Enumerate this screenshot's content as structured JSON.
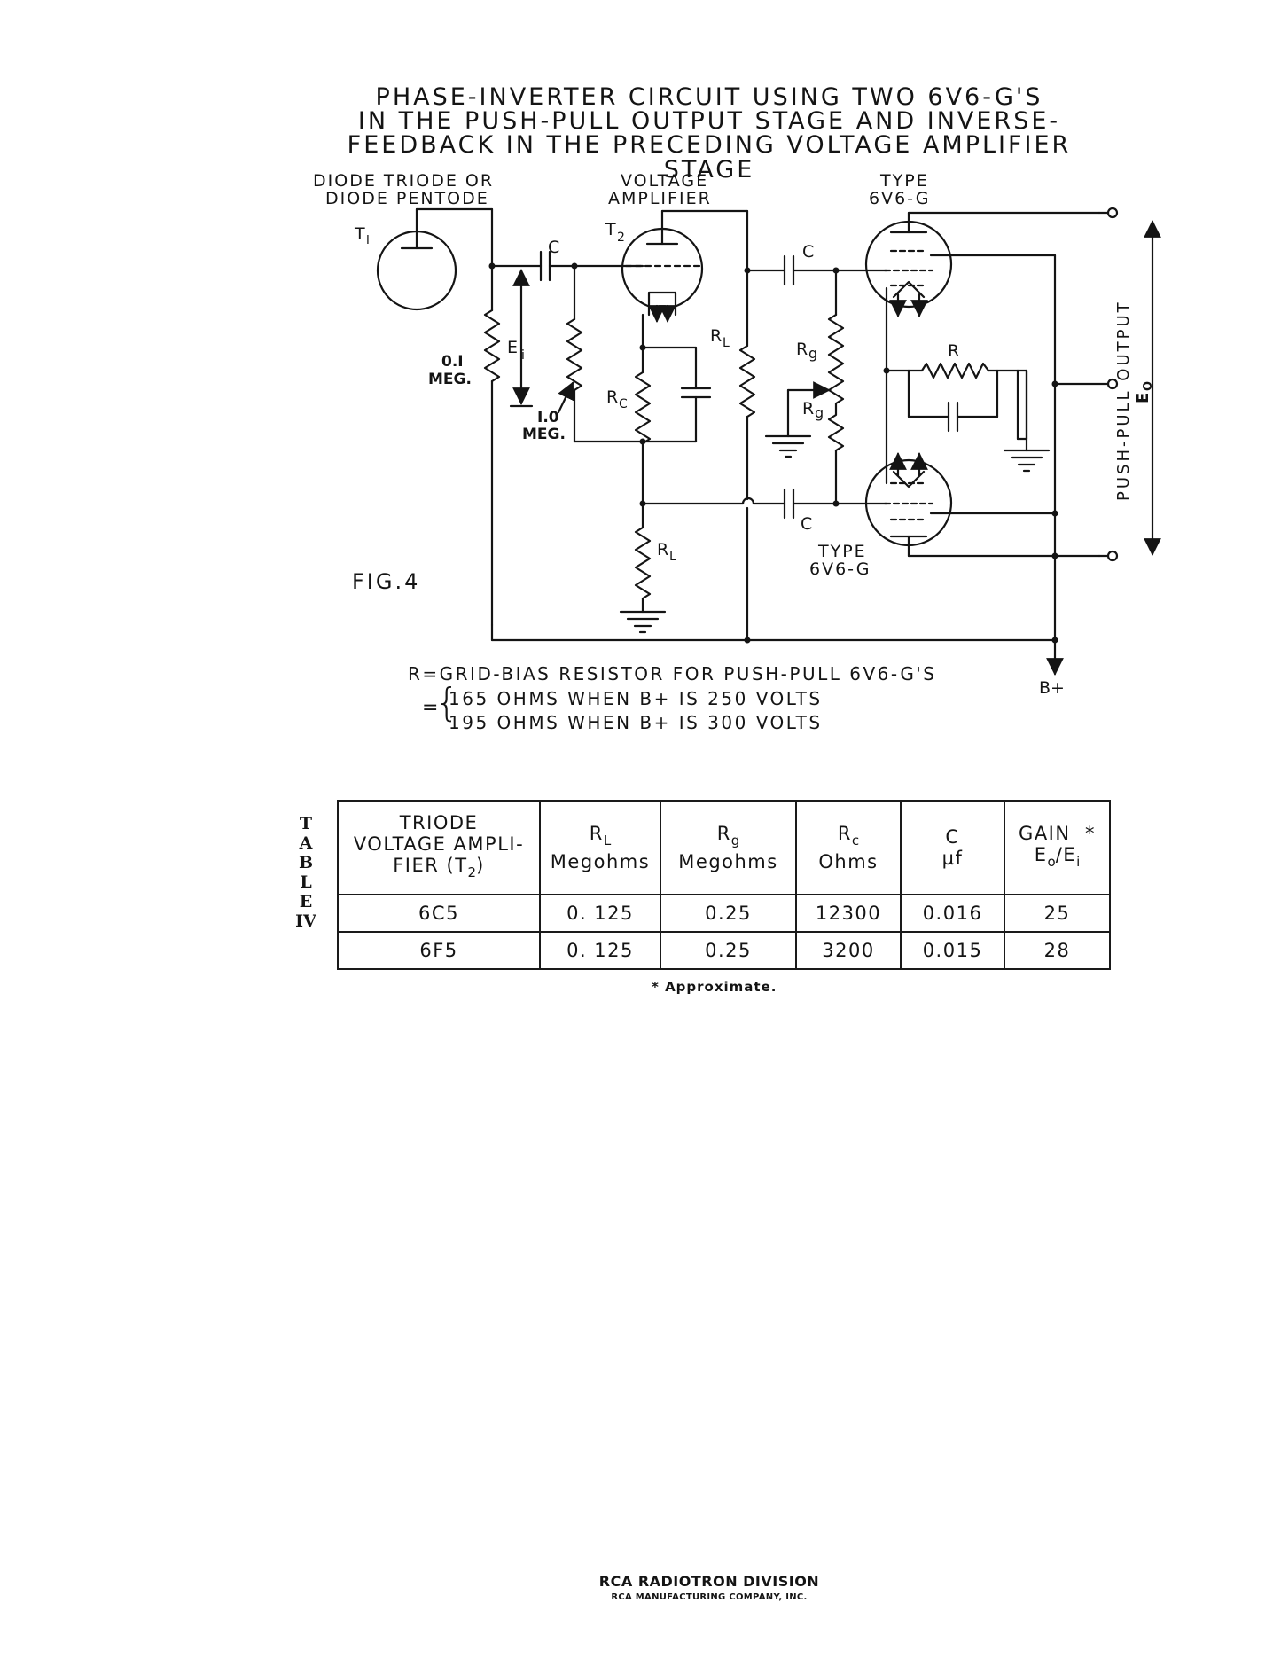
{
  "title": {
    "line1": "PHASE-INVERTER CIRCUIT USING TWO 6V6-G'S",
    "line2": "IN THE PUSH-PULL OUTPUT STAGE AND INVERSE-",
    "line3": "FEEDBACK IN THE PRECEDING VOLTAGE AMPLIFIER STAGE"
  },
  "diagram": {
    "label_t1_l1": "DIODE TRIODE OR",
    "label_t1_l2": "DIODE PENTODE",
    "label_va_l1": "VOLTAGE",
    "label_va_l2": "AMPLIFIER",
    "label_type_top_l1": "TYPE",
    "label_type_top_l2": "6V6-G",
    "label_type_bot_l1": "TYPE",
    "label_type_bot_l2": "6V6-G",
    "t1": "T",
    "t1_sub": "I",
    "t2": "T",
    "t2_sub": "2",
    "c1": "C",
    "c2": "C",
    "c3": "C",
    "ei": "E",
    "ei_sub": "i",
    "r01_l1": "0.I",
    "r01_l2": "MEG.",
    "r10_l1": "I.0",
    "r10_l2": "MEG.",
    "rc": "R",
    "rc_sub": "C",
    "rl_top": "R",
    "rl_top_sub": "L",
    "rl_bot": "R",
    "rl_bot_sub": "L",
    "rg1": "R",
    "rg1_sub": "g",
    "rg2": "R",
    "rg2_sub": "g",
    "r": "R",
    "bplus": "B+",
    "fig": "FIG.4",
    "output_label": "PUSH-PULL OUTPUT",
    "eo": "E",
    "eo_sub": "O"
  },
  "notes": {
    "line1": "R=GRID-BIAS RESISTOR FOR PUSH-PULL 6V6-G'S",
    "line2": "165 OHMS WHEN B+ IS 250 VOLTS",
    "line3": "195 OHMS WHEN B+ IS 300 VOLTS",
    "eq": "=",
    "brace": "{"
  },
  "table": {
    "side_label": [
      "T",
      "A",
      "B",
      "L",
      "E",
      "IV"
    ],
    "headers": {
      "h1_l1": "TRIODE",
      "h1_l2": "VOLTAGE AMPLI-",
      "h1_l3": "FIER (T",
      "h1_sub": "2",
      "h1_end": ")",
      "h2_sym": "R",
      "h2_sub": "L",
      "h2_unit": "Megohms",
      "h3_sym": "R",
      "h3_sub": "g",
      "h3_unit": "Megohms",
      "h4_sym": "R",
      "h4_sub": "c",
      "h4_unit": "Ohms",
      "h5_sym": "C",
      "h5_unit": "µf",
      "h6_l1": "GAIN  *",
      "h6_l2": "E",
      "h6_sub1": "o",
      "h6_mid": "/E",
      "h6_sub2": "i"
    },
    "rows": [
      [
        "6C5",
        "0. 125",
        "0.25",
        "12300",
        "0.016",
        "25"
      ],
      [
        "6F5",
        "0. 125",
        "0.25",
        "3200",
        "0.015",
        "28"
      ]
    ],
    "footnote": "* Approximate."
  },
  "footer": {
    "line1": "RCA RADIOTRON DIVISION",
    "line2": "RCA MANUFACTURING COMPANY, INC."
  }
}
